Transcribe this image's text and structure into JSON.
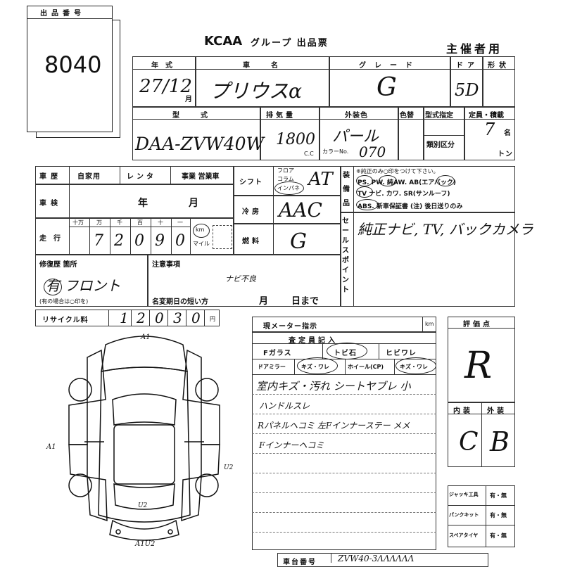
{
  "exhibit": {
    "label": "出品番号",
    "number": "8040"
  },
  "header": {
    "logo": "KCAA",
    "title": "グループ 出品票",
    "organizer": "主催者用"
  },
  "row1": {
    "year_label": "年式",
    "year_value": "27/12",
    "year_unit": "月",
    "model_label": "車名",
    "model_value": "プリウスα",
    "grade_label": "グレード",
    "grade_value": "G",
    "door_label": "ドア",
    "door_value": "5D",
    "shape_label": "形状"
  },
  "row2": {
    "type_label": "型式",
    "type_value": "DAA-ZVW40W",
    "disp_label": "排気量",
    "disp_value": "1800",
    "disp_unit": "C.C",
    "color_label": "外装色",
    "color_value": "パール",
    "color_no_label": "カラーNo.",
    "color_no_value": "070",
    "color_change_label": "色替",
    "designation_label": "型式指定",
    "class_label": "類別区分",
    "capacity_label": "定員・積載",
    "capacity_value": "7",
    "capacity_unit": "名",
    "ton_unit": "トン"
  },
  "history": {
    "label": "車歴",
    "options": [
      "自家用",
      "レンタ",
      "事業 営業車"
    ],
    "shaken_label": "車検",
    "shaken_year": "年",
    "shaken_month": "月",
    "mileage_label": "走行",
    "digit_heads": [
      "十万",
      "万",
      "千",
      "百",
      "十",
      "一"
    ],
    "mileage_digits": [
      "7",
      "2",
      "0",
      "9",
      "0"
    ],
    "unit_km": "km",
    "unit_mile": "マイル"
  },
  "shift": {
    "label": "シフト",
    "options": [
      "フロア",
      "コラム",
      "インパネ"
    ],
    "value": "AT"
  },
  "aircon": {
    "label": "冷房",
    "value": "AAC"
  },
  "fuel": {
    "label": "燃料",
    "value": "G"
  },
  "equipment": {
    "label": "装備品",
    "note": "※純正のみ○印をつけて下さい。",
    "line1": "PS. PW. 純AW. AB(エアバック)",
    "line2": "TV ナビ. カワ. SR(サンルーフ)",
    "line3": "ABS. 新車保証書 (注) 後日送りのみ"
  },
  "sales_point": {
    "label": "セールスポイント",
    "value": "純正ナビ, TV, バックカメラ"
  },
  "repair": {
    "label": "修復歴 箇所",
    "value": "有 フロント",
    "hint": "(有の場合は○印を)"
  },
  "notes": {
    "label": "注意事項",
    "value": "ナビ不良",
    "name_change_label": "名変期日の短い方",
    "month": "月",
    "day": "日まで"
  },
  "recycle": {
    "label": "リサイクル料",
    "digits": [
      "1",
      "2",
      "0",
      "3",
      "0"
    ],
    "unit": "円"
  },
  "meter": {
    "label": "現メーター指示",
    "unit": "km"
  },
  "inspection": {
    "title": "査定員記入",
    "row1": [
      "Fガラス",
      "トビ石",
      "ヒビワレ"
    ],
    "row2": [
      "ドアミラー",
      "キズ・ワレ",
      "ホイール(CP)",
      "キズ・ワレ"
    ],
    "lines": [
      "室内キズ・汚れ シートヤブレ 小",
      "ハンドルスレ",
      "Rパネルヘコミ 左Fインナーステー メメ",
      "Fインナーヘコミ"
    ]
  },
  "rating": {
    "label": "評価点",
    "value": "R",
    "interior_label": "内装",
    "exterior_label": "外装",
    "interior": "C",
    "exterior": "B"
  },
  "tools": {
    "rows": [
      {
        "label": "ジャッキ工具",
        "value": "有・無"
      },
      {
        "label": "パンクキット",
        "value": "有・無"
      },
      {
        "label": "スペアタイヤ",
        "value": "有・無"
      }
    ]
  },
  "chassis": {
    "label": "車台番号",
    "value": "ZVW40-3ΛΛΛΛΛΛ"
  },
  "diagram": {
    "mark_top": "A1",
    "mark_left": "A1",
    "mark_right": "U2",
    "mark_bottom1": "U2",
    "mark_bottom2": "A1U2"
  }
}
